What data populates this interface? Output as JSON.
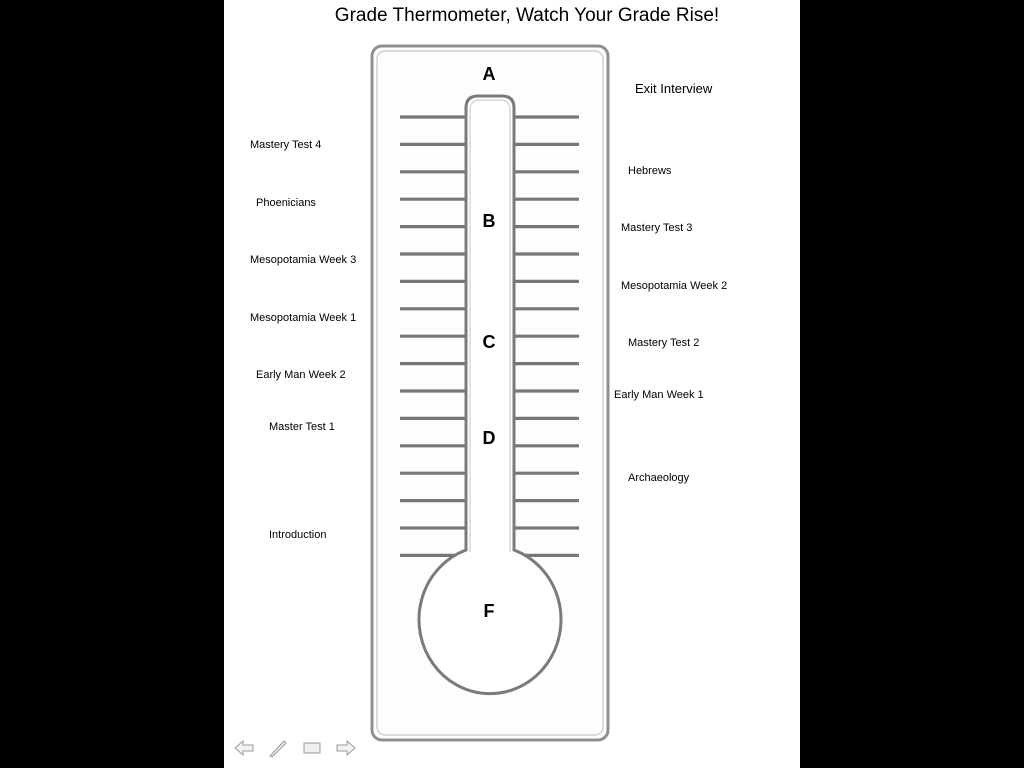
{
  "slide": {
    "title": "Grade Thermometer, Watch Your Grade Rise!"
  },
  "grades": {
    "a": "A",
    "b": "B",
    "c": "C",
    "d": "D",
    "f": "F"
  },
  "milestones_left": [
    "Mastery Test 4",
    "Phoenicians",
    "Mesopotamia Week 3",
    "Mesopotamia Week 1",
    "Early Man Week 2",
    "Master Test 1",
    "Introduction"
  ],
  "milestones_right": [
    "Exit Interview",
    "Hebrews",
    "Mastery Test 3",
    "Mesopotamia Week 2",
    "Mastery Test 2",
    "Early Man Week 1",
    "Archaeology"
  ],
  "nav": {
    "previous_icon": "arrow-left-icon",
    "pen_icon": "pen-icon",
    "menu_icon": "slide-menu-icon",
    "next_icon": "arrow-right-icon"
  },
  "colors": {
    "background": "#000000",
    "slide": "#ffffff",
    "thermometer_outline": "#8a8a8a",
    "tick_marks": "#777777"
  }
}
